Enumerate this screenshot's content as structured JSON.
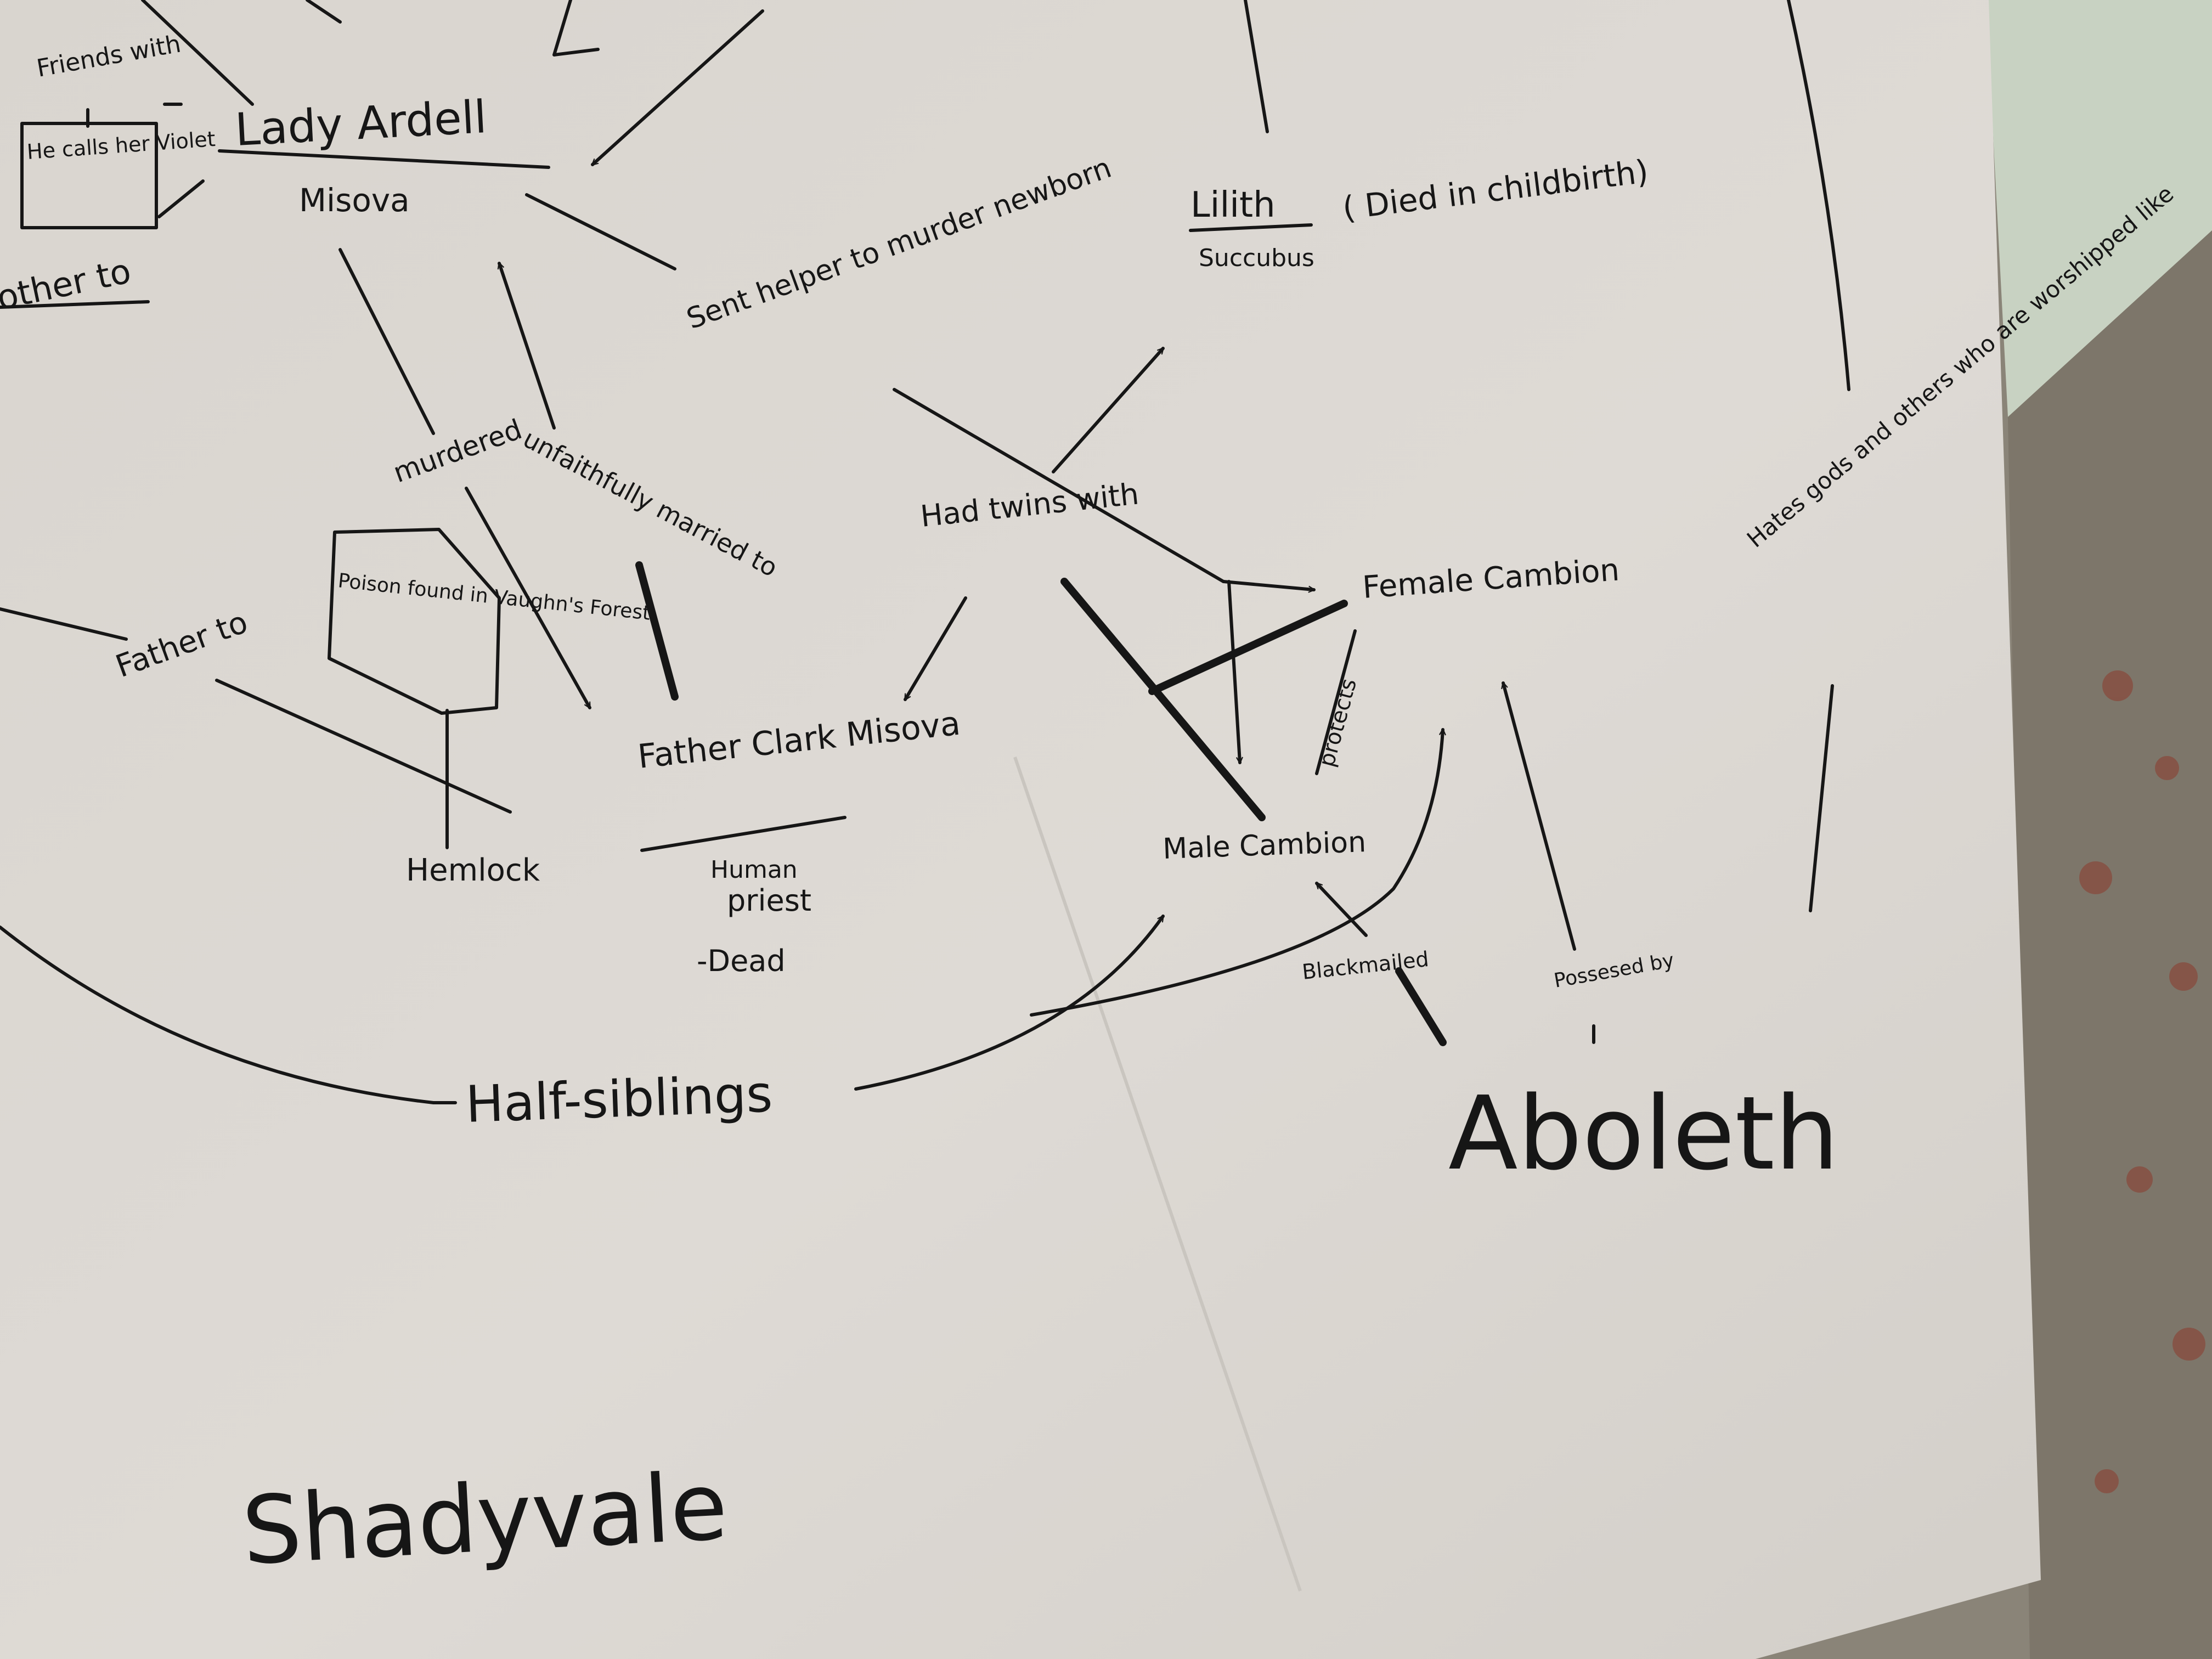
{
  "diagram": {
    "nodes": {
      "lady_ardell": {
        "name": "Lady Ardell",
        "sub": "Misova"
      },
      "lilith": {
        "name": "Lilith",
        "sub": "Succubus",
        "note": "( Died in childbirth)"
      },
      "female_cambion": {
        "name": "Female Cambion"
      },
      "male_cambion": {
        "name": "Male Cambion"
      },
      "father_clark": {
        "name": "Father Clark Misova",
        "desc1": "Human",
        "desc2": "priest",
        "desc3": "-Dead"
      },
      "hemlock": {
        "name": "Hemlock"
      },
      "aboleth": {
        "name": "Aboleth"
      }
    },
    "notes": {
      "calls_her_violet": "He calls her Violet",
      "poison_found": "Poison found in Vaughn's Forest"
    },
    "edge_labels": {
      "friends_with": "Friends with",
      "other_to": "other to",
      "sent_helper": "Sent helper to murder newborn",
      "murdered": "murdered",
      "unfaithfully_married": "unfaithfully married to",
      "father_to": "Father to",
      "had_twins": "Had twins with",
      "protects": "protects",
      "blackmailed": "Blackmailed",
      "possesed_by": "Possesed by",
      "hates_gods": "Hates gods and others who are worshipped like",
      "half_siblings": "Half-siblings"
    },
    "footer": "Shadyvale"
  },
  "colors": {
    "paper": "#ddd9d3",
    "ink": "#161616",
    "wall": "#c9d3c4",
    "carpet": "#7a7466"
  }
}
